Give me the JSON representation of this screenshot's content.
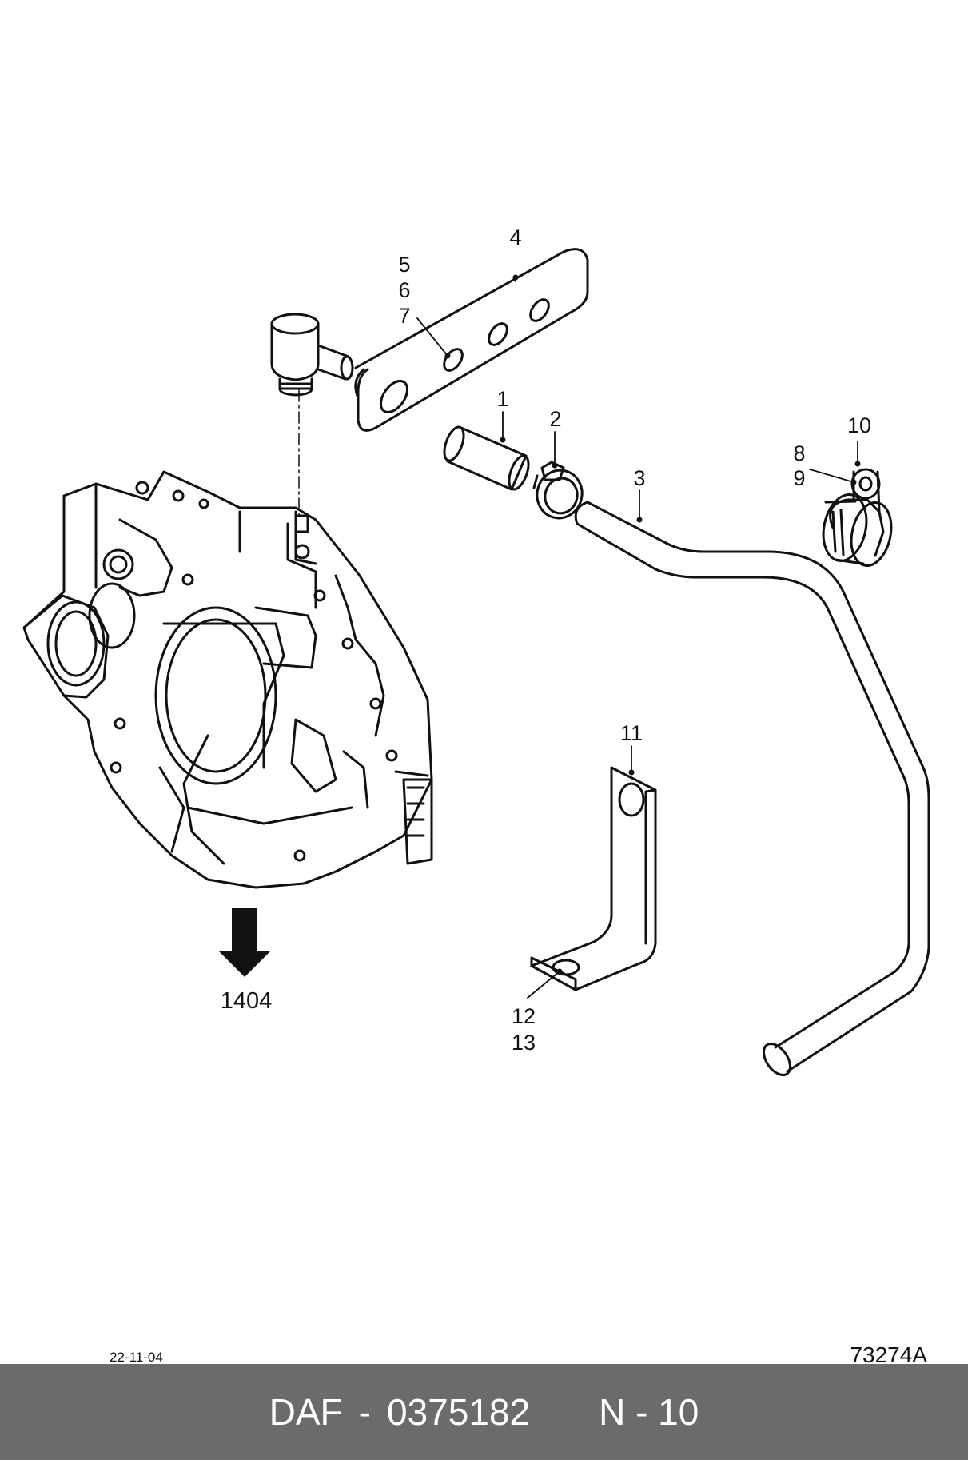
{
  "callouts": {
    "c1": "1",
    "c2": "2",
    "c3": "3",
    "c4": "4",
    "c5": "5",
    "c6": "6",
    "c7": "7",
    "c8": "8",
    "c9": "9",
    "c10": "10",
    "c11": "11",
    "c12": "12",
    "c13": "13"
  },
  "reference": {
    "label": "1404",
    "icon": "arrow-down-icon"
  },
  "date": "22-11-04",
  "drawing_id": "73274A",
  "footer": {
    "brand": "DAF",
    "dash": "-",
    "part_number": "0375182",
    "code": "N - 10"
  },
  "colors": {
    "footer_bg": "#6b6b6b",
    "footer_text": "#ffffff",
    "line": "#111111"
  }
}
